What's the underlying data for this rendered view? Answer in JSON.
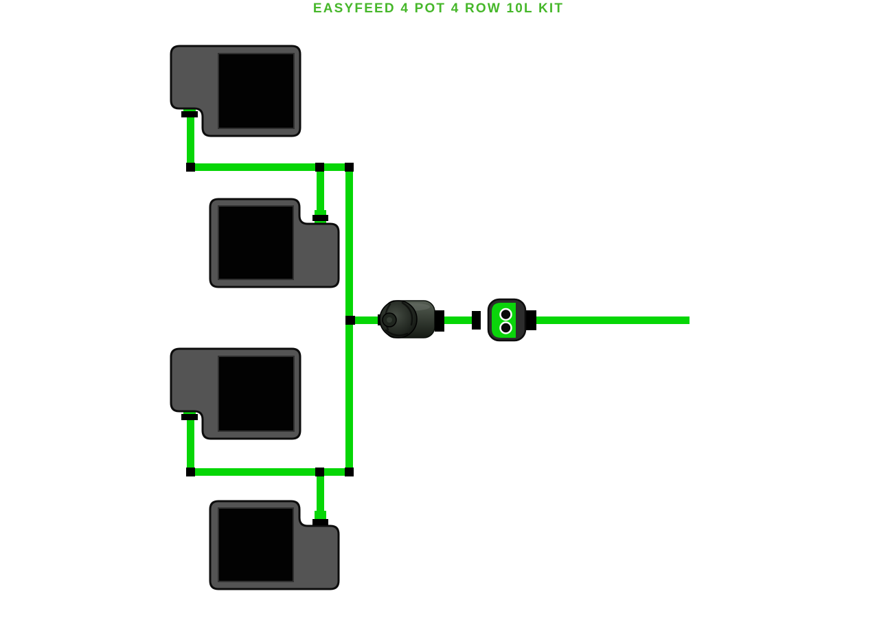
{
  "title": "EASYFEED 4 POT 4 ROW 10L KIT",
  "colors": {
    "background": "#ffffff",
    "title": "#46b72a",
    "pipe": "#06d606",
    "connector": "#000000",
    "tray": "#545454",
    "outline": "#0d0d0d",
    "pot": "#020202",
    "pot_edge": "#303030",
    "valve_body": "#2d2d2d",
    "valve_face": "#0bd40b",
    "valve_dot": "#0a0a0a",
    "valve_dot_ring": "#ffffff"
  },
  "diagram": {
    "pot_count": 4,
    "row_count": 4,
    "pot_size": "10L",
    "components": {
      "pots": [
        "pot-top-left",
        "pot-upper-middle",
        "pot-lower-left",
        "pot-bottom-middle"
      ],
      "pump": "inline-water-pump",
      "valve": "easyfeed-doser-valve",
      "tubing": "green-feed-tubing",
      "fittings": "black-tee-elbow-connectors"
    }
  }
}
